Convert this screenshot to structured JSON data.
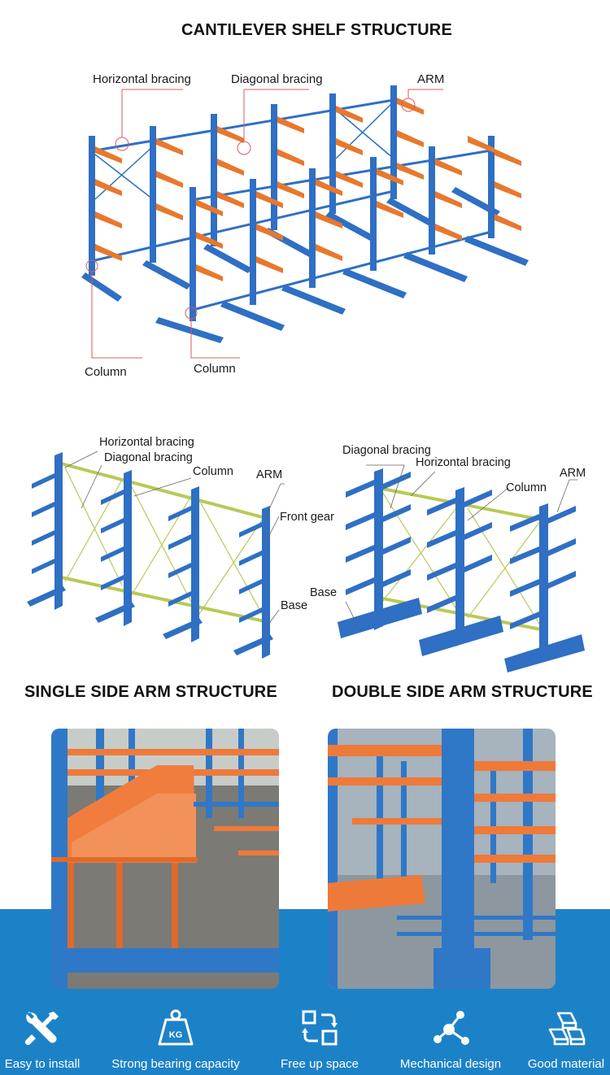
{
  "top_section": {
    "title": "CANTILEVER SHELF STRUCTURE",
    "labels": {
      "horizontal_bracing": "Horizontal bracing",
      "diagonal_bracing": "Diagonal bracing",
      "arm": "ARM",
      "column_left": "Column",
      "column_right": "Column"
    }
  },
  "single_side": {
    "title": "SINGLE SIDE ARM STRUCTURE",
    "labels": {
      "horizontal_bracing": "Horizontal bracing",
      "diagonal_bracing": "Diagonal bracing",
      "column": "Column",
      "arm": "ARM",
      "front_gear": "Front gear",
      "base": "Base"
    }
  },
  "double_side": {
    "title": "DOUBLE SIDE ARM STRUCTURE",
    "labels": {
      "diagonal_bracing": "Diagonal bracing",
      "horizontal_bracing": "Horizontal bracing",
      "column": "Column",
      "arm": "ARM",
      "base": "Base"
    }
  },
  "features": [
    {
      "label": "Easy to install",
      "icon": "wrench-screwdriver-icon"
    },
    {
      "label": "Strong bearing capacity",
      "icon": "kg-weight-icon"
    },
    {
      "label": "Free up space",
      "icon": "arrange-space-icon"
    },
    {
      "label": "Mechanical design",
      "icon": "network-nodes-icon"
    },
    {
      "label": "Good material",
      "icon": "metal-bars-icon"
    }
  ],
  "colors": {
    "rack_blue": "#2f6fc4",
    "arm_orange": "#e8782c",
    "bracing_yellow": "#b9c957",
    "band_blue": "#1c82c7",
    "callout_red": "#e05a5a"
  }
}
